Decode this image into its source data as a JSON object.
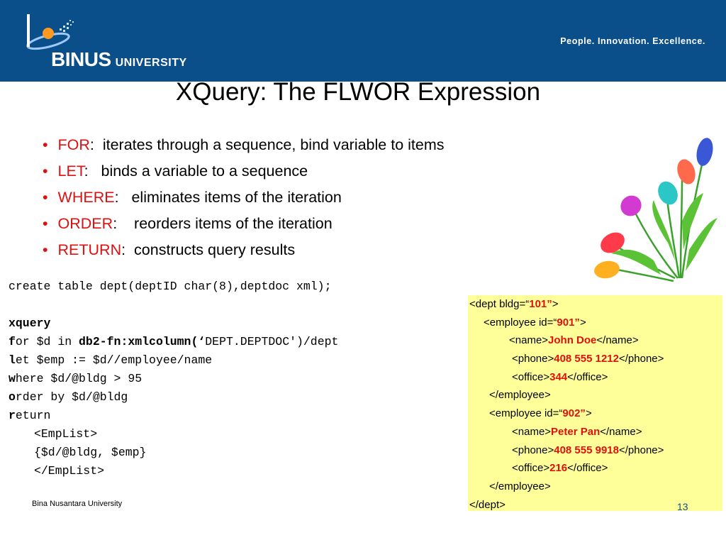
{
  "header": {
    "logo_name": "BINUS",
    "logo_suffix": "UNIVERSITY",
    "tagline": "People. Innovation. Excellence.",
    "color": "#0b4f8a"
  },
  "title": "XQuery: The FLWOR Expression",
  "bullets": [
    {
      "keyword": "FOR",
      "text": ":  iterates through a sequence, bind variable to items"
    },
    {
      "keyword": "LET",
      "text": ":   binds a variable to a sequence"
    },
    {
      "keyword": "WHERE",
      "text": ":   eliminates items of the iteration"
    },
    {
      "keyword": "ORDER",
      "text": ":    reorders items of the iteration"
    },
    {
      "keyword": "RETURN",
      "text": ":  constructs query results"
    }
  ],
  "code": {
    "create": "create table dept(deptID char(8),deptdoc xml);",
    "xquery": "xquery",
    "for_kw": "f",
    "for_rest": "or $d in ",
    "for_fn": "db2-fn:xmlcolumn",
    "for_quote": "(‘",
    "for_tail": "DEPT.DEPTDOC')/dept",
    "let_kw": "l",
    "let_rest": "et $emp := $d//employee/name",
    "where_kw": "w",
    "where_rest": "here $d/@bldg > 95",
    "order_kw": "o",
    "order_rest": "rder by $d/@bldg",
    "return_kw": "r",
    "return_rest": "eturn",
    "ret1": "<EmpList>",
    "ret2": "{$d/@bldg, $emp}",
    "ret3": "</EmpList>"
  },
  "xml": {
    "dept_open": "<dept bldg=“",
    "dept_bldg": "101”",
    "dept_close": ">",
    "emp1_open": "<employee id=“",
    "emp1_id": "901”",
    "emp1_close": ">",
    "name_open": "<name>",
    "name_close": "</name>",
    "phone_open": "<phone>",
    "phone_close": "</phone>",
    "office_open": "<office>",
    "office_close": "</office>",
    "emp1_name": "John Doe",
    "emp1_phone": "408 555 1212",
    "emp1_office": "344",
    "emp_end": "</employee>",
    "emp2_open": "<employee id=“",
    "emp2_id": "902”",
    "emp2_close": ">",
    "emp2_name": "Peter Pan",
    "emp2_phone": "408 555 9918",
    "emp2_office": "216",
    "dept_end": "</dept>"
  },
  "footer": "Bina Nusantara University",
  "page_number": "13",
  "accent_red": "#e01010",
  "xml_box_color": "#ffff99"
}
